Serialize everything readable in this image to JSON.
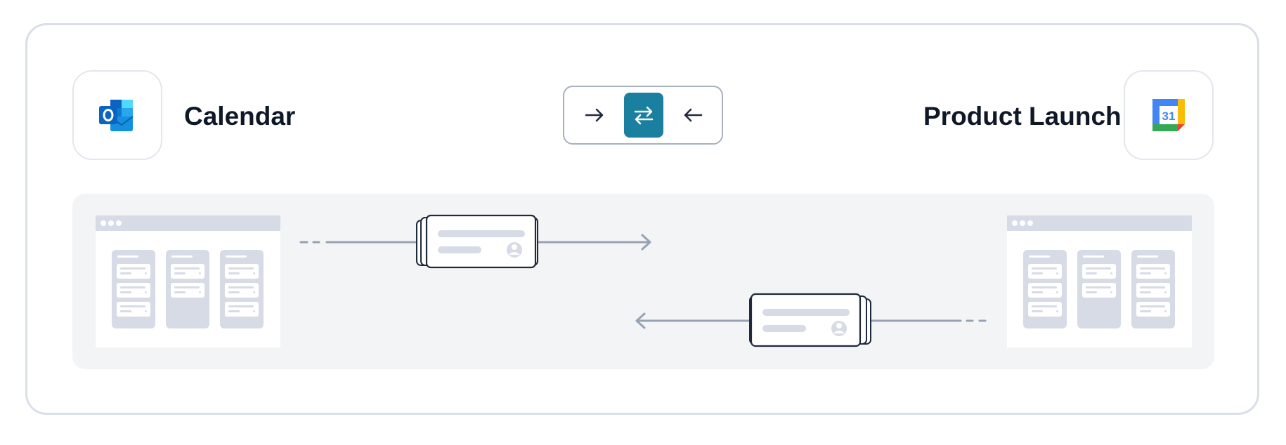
{
  "left_app": {
    "name": "Calendar",
    "icon": "outlook-icon",
    "brand_colors": [
      "#0a64c2",
      "#28a8ea",
      "#0f78d4"
    ]
  },
  "right_app": {
    "name": "Product Launch",
    "icon": "google-calendar-icon",
    "icon_text": "31",
    "brand_colors": [
      "#4285f4",
      "#ea4335",
      "#fbbc04",
      "#34a853"
    ]
  },
  "sync_direction": {
    "options": [
      {
        "id": "one-way-right",
        "icon": "arrow-right-icon"
      },
      {
        "id": "two-way",
        "icon": "arrows-left-right-icon"
      },
      {
        "id": "one-way-left",
        "icon": "arrow-left-icon"
      }
    ],
    "selected": "two-way",
    "accent": "#1b7fa0"
  },
  "colors": {
    "frame_border": "#d9dee8",
    "panel_bg": "#f3f4f6",
    "placeholder": "#d6dbe6",
    "arrow": "#97a2b3",
    "card_stroke": "#1f2a3d",
    "title_text": "#0f1827"
  }
}
